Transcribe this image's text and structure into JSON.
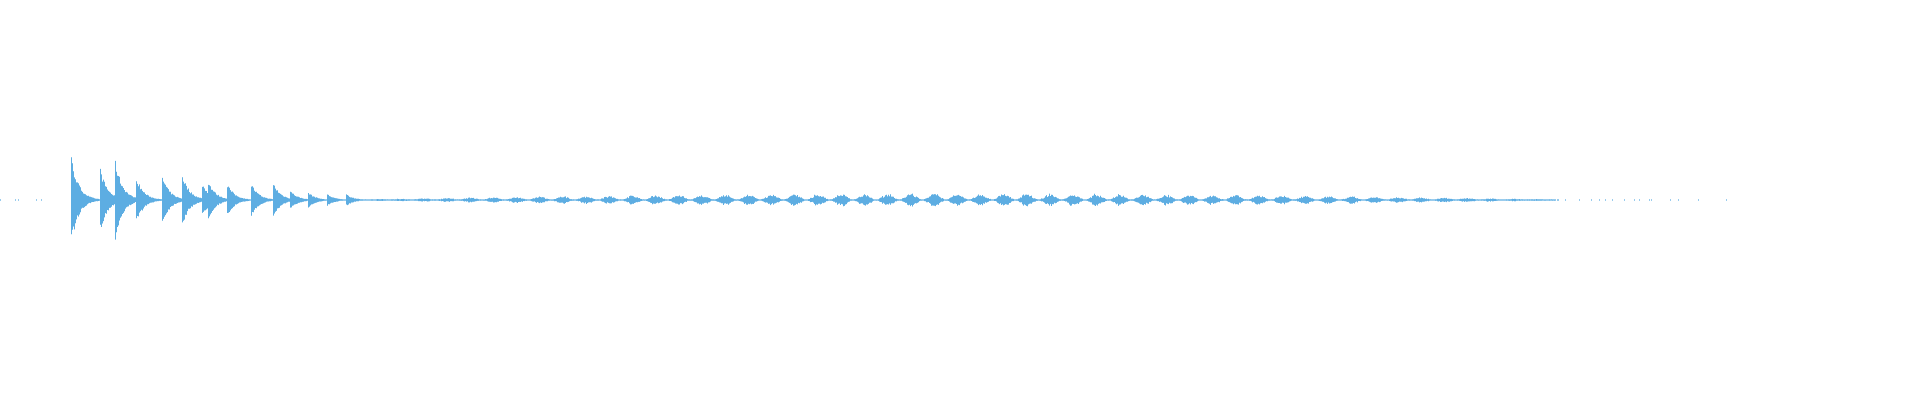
{
  "waveform": {
    "color": "#5dade2",
    "background": "#ffffff",
    "transients": [
      {
        "pos": 0.0365,
        "amp": 0.25
      },
      {
        "pos": 0.0516,
        "amp": 0.18
      },
      {
        "pos": 0.0594,
        "amp": 0.23
      },
      {
        "pos": 0.0708,
        "amp": 0.12
      },
      {
        "pos": 0.0839,
        "amp": 0.14
      },
      {
        "pos": 0.0943,
        "amp": 0.15
      },
      {
        "pos": 0.1052,
        "amp": 0.085
      },
      {
        "pos": 0.1083,
        "amp": 0.1
      },
      {
        "pos": 0.1182,
        "amp": 0.085
      },
      {
        "pos": 0.1307,
        "amp": 0.085
      },
      {
        "pos": 0.1417,
        "amp": 0.1
      },
      {
        "pos": 0.151,
        "amp": 0.05
      },
      {
        "pos": 0.1604,
        "amp": 0.04
      },
      {
        "pos": 0.1698,
        "amp": 0.035
      },
      {
        "pos": 0.1802,
        "amp": 0.03
      }
    ],
    "sustain": {
      "start": 0.185,
      "end": 0.81,
      "amp": 0.022,
      "peak_amp": 0.032
    },
    "tail_end": 0.9
  }
}
